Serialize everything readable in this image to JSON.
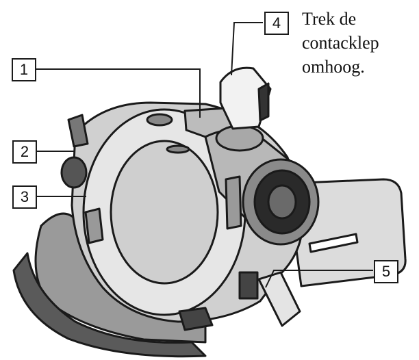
{
  "callouts": {
    "c1": "1",
    "c2": "2",
    "c3": "3",
    "c4": "4",
    "c5": "5"
  },
  "note": {
    "line1": "Trek de",
    "line2": "contacklep",
    "line3": "omhoog."
  }
}
